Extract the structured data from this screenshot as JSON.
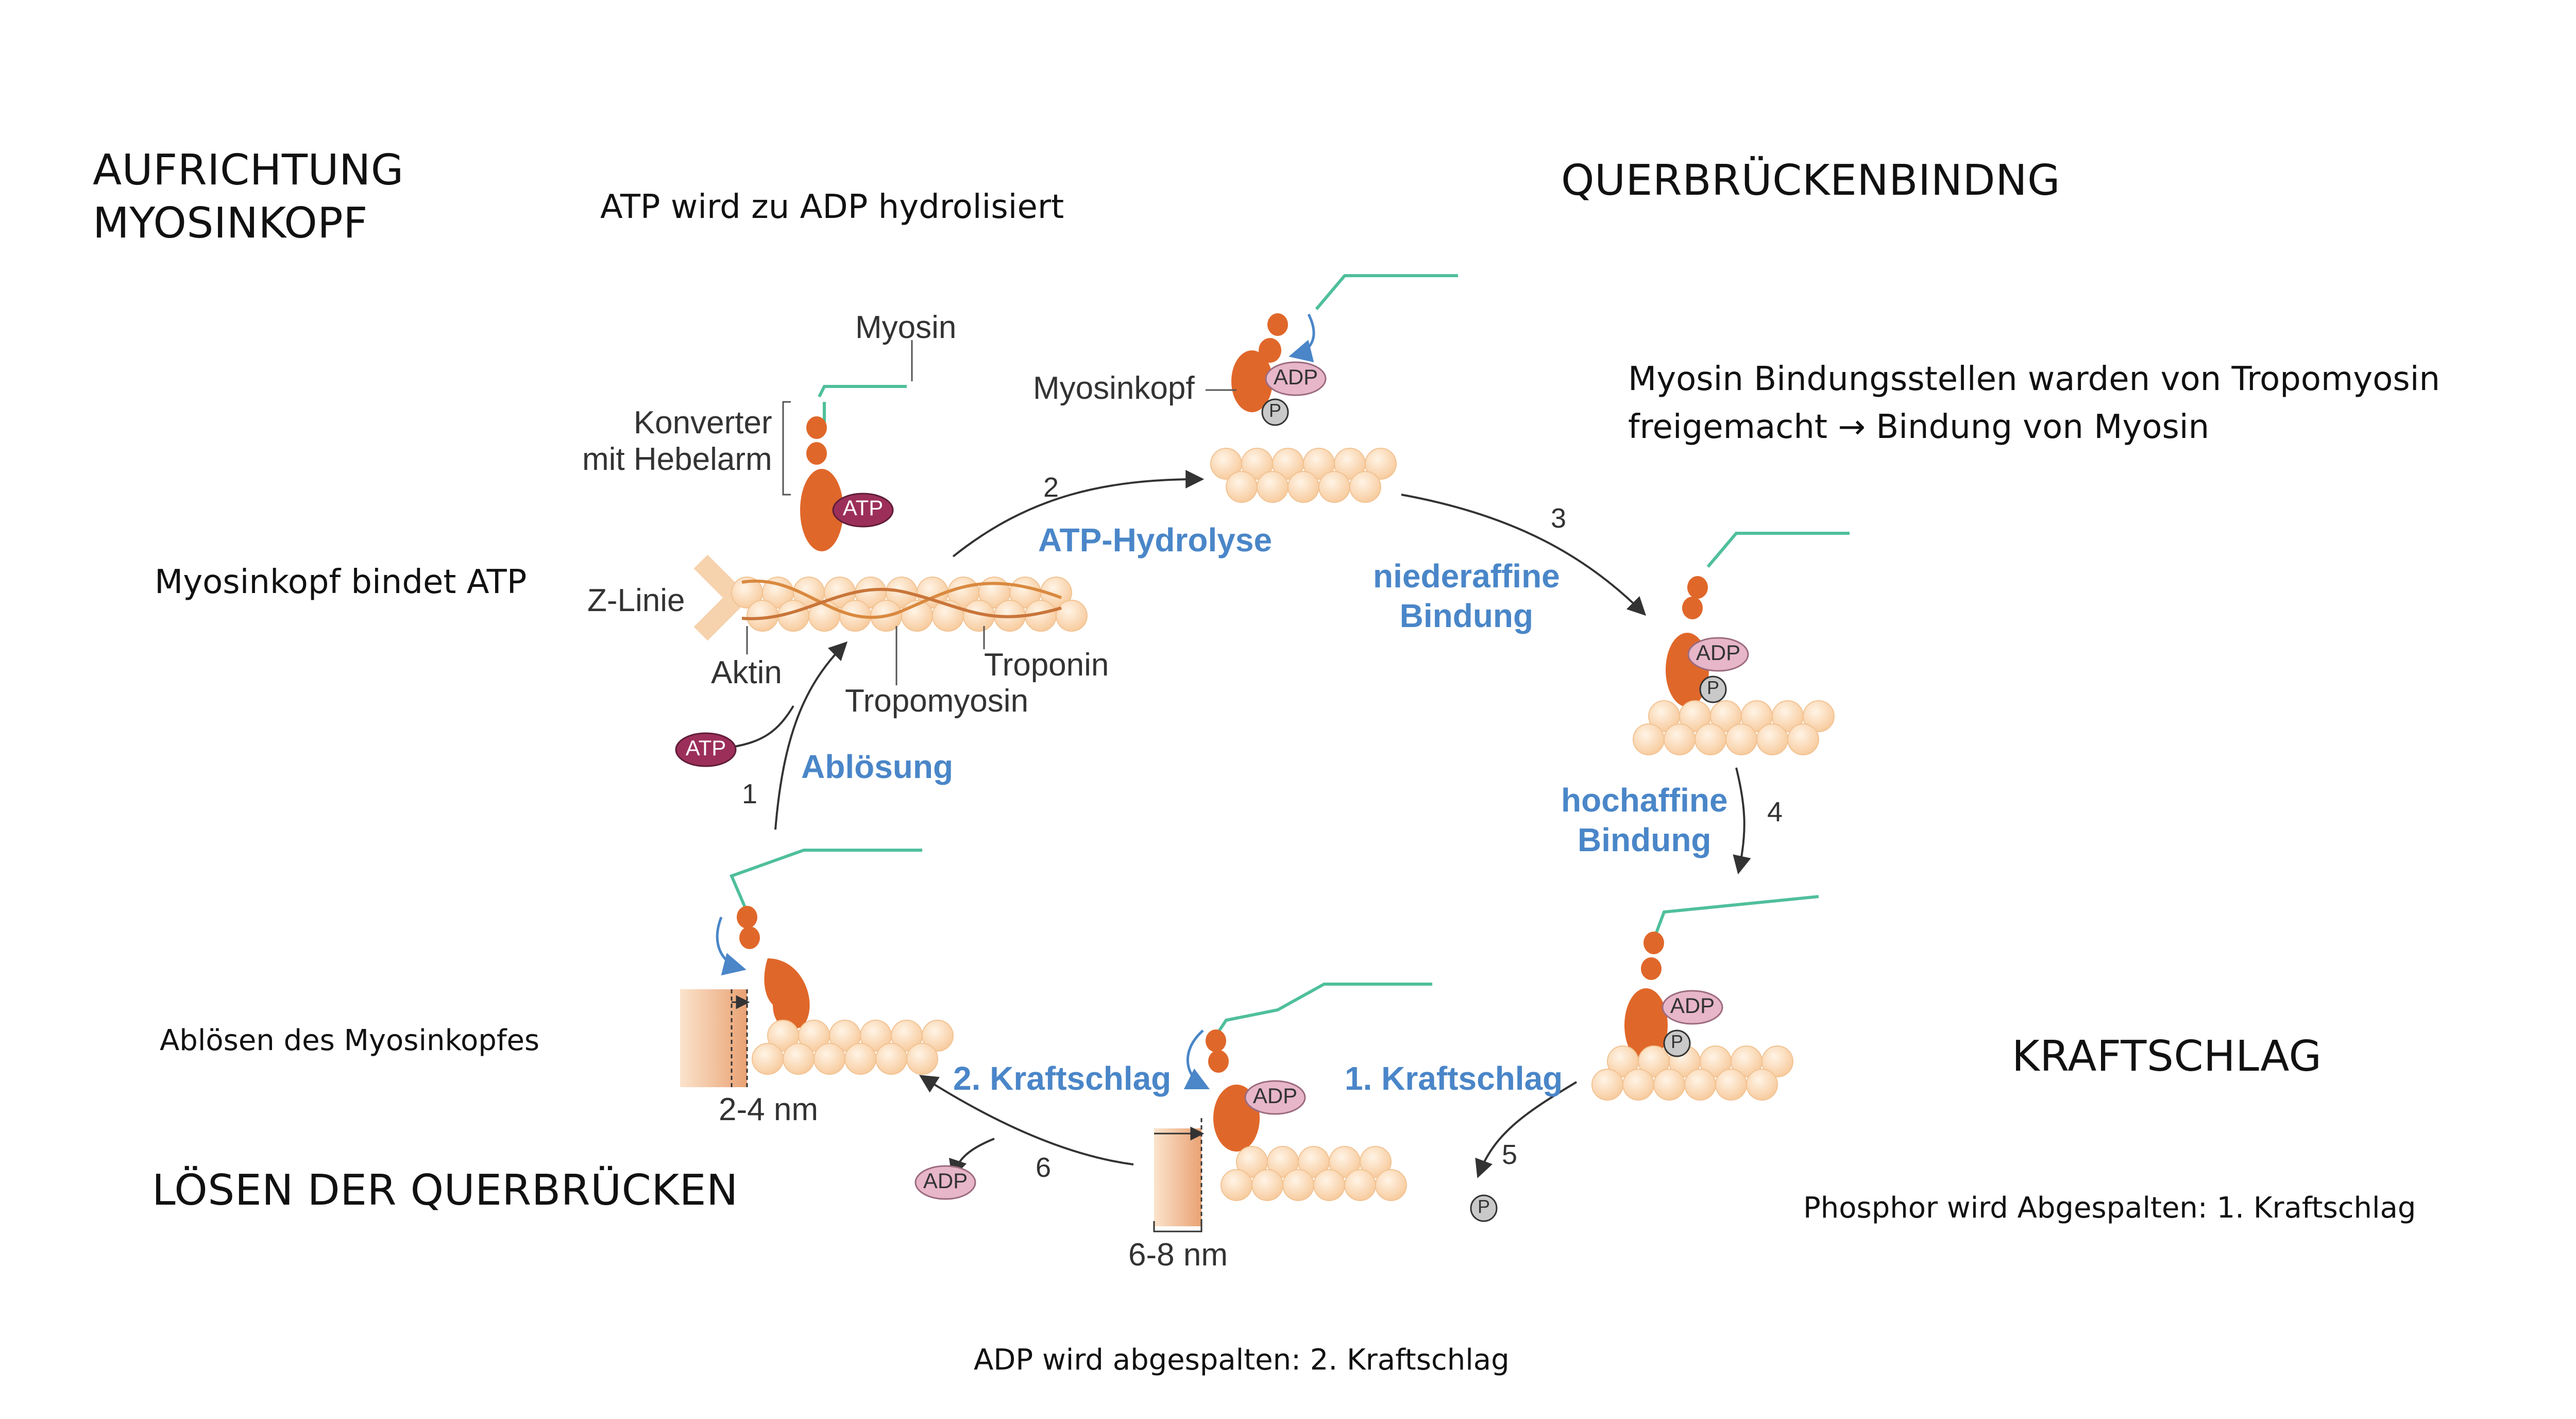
{
  "captions": {
    "aufrichtung_line1": "AUFRICHTUNG",
    "aufrichtung_line2": "MYOSINKOPF",
    "atp_hydrolysiert": "ATP wird zu ADP hydrolisiert",
    "querbrueckenbindung": "QUERBRÜCKENBINDNG",
    "bindungsstellen_line1": "Myosin Bindungsstellen warden von Tropomyosin",
    "bindungsstellen_line2": "freigemacht → Bindung von Myosin",
    "myosinkopf_bindet_atp": "Myosinkopf bindet ATP",
    "abloesen_myosinkopf": "Ablösen des Myosinkopfes",
    "loesen_querbruecken": "LÖSEN DER QUERBRÜCKEN",
    "kraftschlag": "KRAFTSCHLAG",
    "phosphor_abgespalten": "Phosphor wird Abgespalten: 1. Kraftschlag",
    "adp_abgespalten": "ADP wird abgespalten: 2. Kraftschlag"
  },
  "diagram": {
    "labels": {
      "myosin": "Myosin",
      "konverter_line1": "Konverter",
      "konverter_line2": "mit Hebelarm",
      "myosinkopf": "Myosinkopf",
      "z_linie": "Z-Linie",
      "aktin": "Aktin",
      "tropomyosin": "Tropomyosin",
      "troponin": "Troponin",
      "dist_1": "2-4 nm",
      "dist_2": "6-8 nm"
    },
    "molecules": {
      "atp": "ATP",
      "adp": "ADP",
      "p": "P"
    },
    "steps": [
      {
        "number": "1",
        "name": "Ablösung"
      },
      {
        "number": "2",
        "name": "ATP-Hydrolyse"
      },
      {
        "number": "3",
        "name_line1": "niederaffine",
        "name_line2": "Bindung"
      },
      {
        "number": "4",
        "name_line1": "hochaffine",
        "name_line2": "Bindung"
      },
      {
        "number": "5",
        "name": "1. Kraftschlag"
      },
      {
        "number": "6",
        "name": "2. Kraftschlag"
      }
    ],
    "colors": {
      "myosin_head": "#e0672a",
      "actin_bead": "#fbd9b5",
      "myosin_tail": "#4fbf9c",
      "atp_fill": "#9c2f5a",
      "adp_fill": "#e7b6c8",
      "step_text": "#4a86c8"
    }
  }
}
